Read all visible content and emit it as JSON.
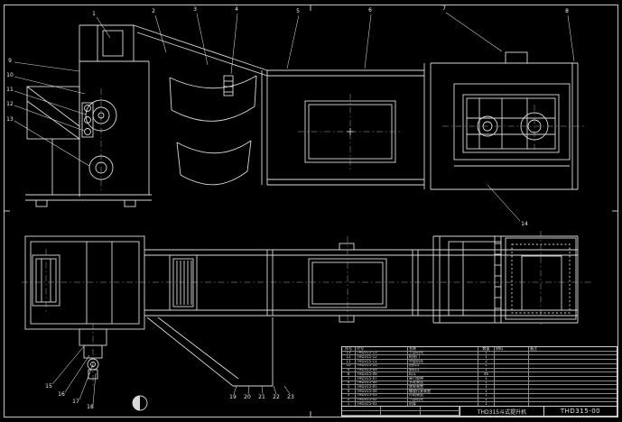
{
  "sheet": {
    "background_color": "#000000",
    "line_color": "#d9d9d9"
  },
  "callouts": {
    "top": [
      "1",
      "2",
      "3",
      "4",
      "5",
      "6",
      "7",
      "8"
    ],
    "left": [
      "9",
      "10",
      "11",
      "12",
      "13"
    ],
    "head": [
      "14"
    ],
    "takeup": [
      "15",
      "16",
      "17",
      "18"
    ],
    "bottom": [
      "19",
      "20",
      "21",
      "22",
      "23"
    ]
  },
  "parts_table": {
    "header": {
      "seq": "序号",
      "code": "代号",
      "name": "名称",
      "qty": "数量",
      "material": "材料",
      "note": "备注"
    },
    "rows": [
      {
        "seq": "13",
        "code": "THD315-13",
        "name": "上部机壳",
        "qty": "1",
        "material": "",
        "note": ""
      },
      {
        "seq": "12",
        "code": "THD315-12",
        "name": "检视门",
        "qty": "1",
        "material": "",
        "note": ""
      },
      {
        "seq": "11",
        "code": "THD315-11",
        "name": "中部机壳",
        "qty": "2",
        "material": "",
        "note": ""
      },
      {
        "seq": "10",
        "code": "THD315-10",
        "name": "进料斗",
        "qty": "1",
        "material": "",
        "note": ""
      },
      {
        "seq": "9",
        "code": "THD315-09",
        "name": "卸料斗",
        "qty": "1",
        "material": "",
        "note": ""
      },
      {
        "seq": "8",
        "code": "THD315-08",
        "name": "料斗",
        "qty": "46",
        "material": "",
        "note": ""
      },
      {
        "seq": "7",
        "code": "THD315-07",
        "name": "牵引胶带",
        "qty": "1",
        "material": "",
        "note": ""
      },
      {
        "seq": "6",
        "code": "THD315-06",
        "name": "头轮装置",
        "qty": "1",
        "material": "",
        "note": ""
      },
      {
        "seq": "5",
        "code": "THD315-05",
        "name": "底轮装置",
        "qty": "1",
        "material": "",
        "note": ""
      },
      {
        "seq": "4",
        "code": "THD315-04",
        "name": "螺旋拉紧装置",
        "qty": "1",
        "material": "",
        "note": ""
      },
      {
        "seq": "3",
        "code": "THD315-03",
        "name": "传动装置",
        "qty": "1",
        "material": "",
        "note": ""
      },
      {
        "seq": "2",
        "code": "THD315-02",
        "name": "下部机壳",
        "qty": "1",
        "material": "",
        "note": ""
      },
      {
        "seq": "1",
        "code": "THD315-01",
        "name": "机架",
        "qty": "1",
        "material": "",
        "note": ""
      }
    ]
  },
  "title_block": {
    "product_name": "THD315斗式提升机",
    "drawing_number": "THD315-00"
  }
}
